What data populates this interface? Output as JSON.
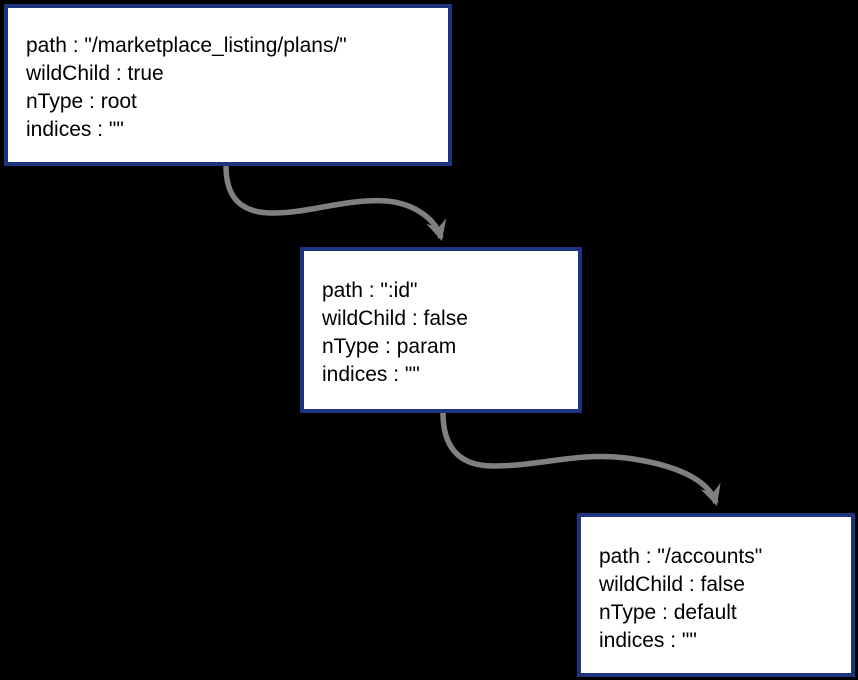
{
  "diagram": {
    "description": "Router trie node diagram with three linked nodes",
    "colors": {
      "background": "#000000",
      "box_fill": "#ffffff",
      "box_border": "#1f3480",
      "arrow": "#808080",
      "text": "#000000"
    },
    "nodes": [
      {
        "id": "node-root",
        "lines": [
          "path : \"/marketplace_listing/plans/\"",
          "wildChild : true",
          "nType : root",
          "indices : \"\""
        ]
      },
      {
        "id": "node-param",
        "lines": [
          "path : \":id\"",
          "wildChild : false",
          "nType : param",
          "indices : \"\""
        ]
      },
      {
        "id": "node-default",
        "lines": [
          "path : \"/accounts\"",
          "wildChild : false",
          "nType : default",
          "indices : \"\""
        ]
      }
    ],
    "edges": [
      {
        "from": "node-root",
        "to": "node-param"
      },
      {
        "from": "node-param",
        "to": "node-default"
      }
    ]
  }
}
